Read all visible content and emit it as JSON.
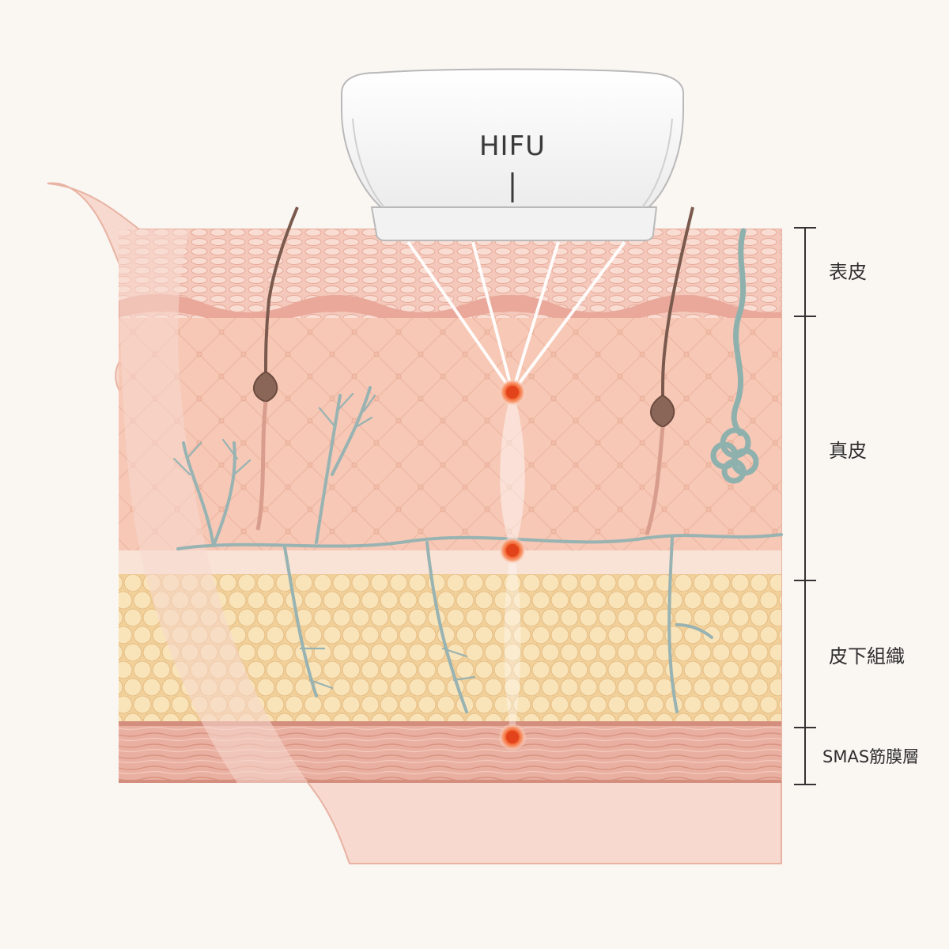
{
  "device": {
    "label": "HIFU"
  },
  "layers": [
    {
      "label": "表皮"
    },
    {
      "label": "真皮"
    },
    {
      "label": "皮下組織"
    },
    {
      "label": "SMAS筋膜層"
    }
  ],
  "colors": {
    "background": "#faf6f2",
    "skin_face": "#f7d9cf",
    "epidermis": "#f2b9ac",
    "dermis": "#f6c7b4",
    "fat": "#f6dba6",
    "smas": "#eab0a2",
    "vessel": "#9db6b6",
    "focal_point": "#f15a22",
    "beam": "#ffffff",
    "hair": "#7b5a4e"
  },
  "icons": {
    "focal_point": "focal-point-icon",
    "hair_follicle": "hair-follicle-icon",
    "sweat_gland": "sweat-gland-icon"
  }
}
